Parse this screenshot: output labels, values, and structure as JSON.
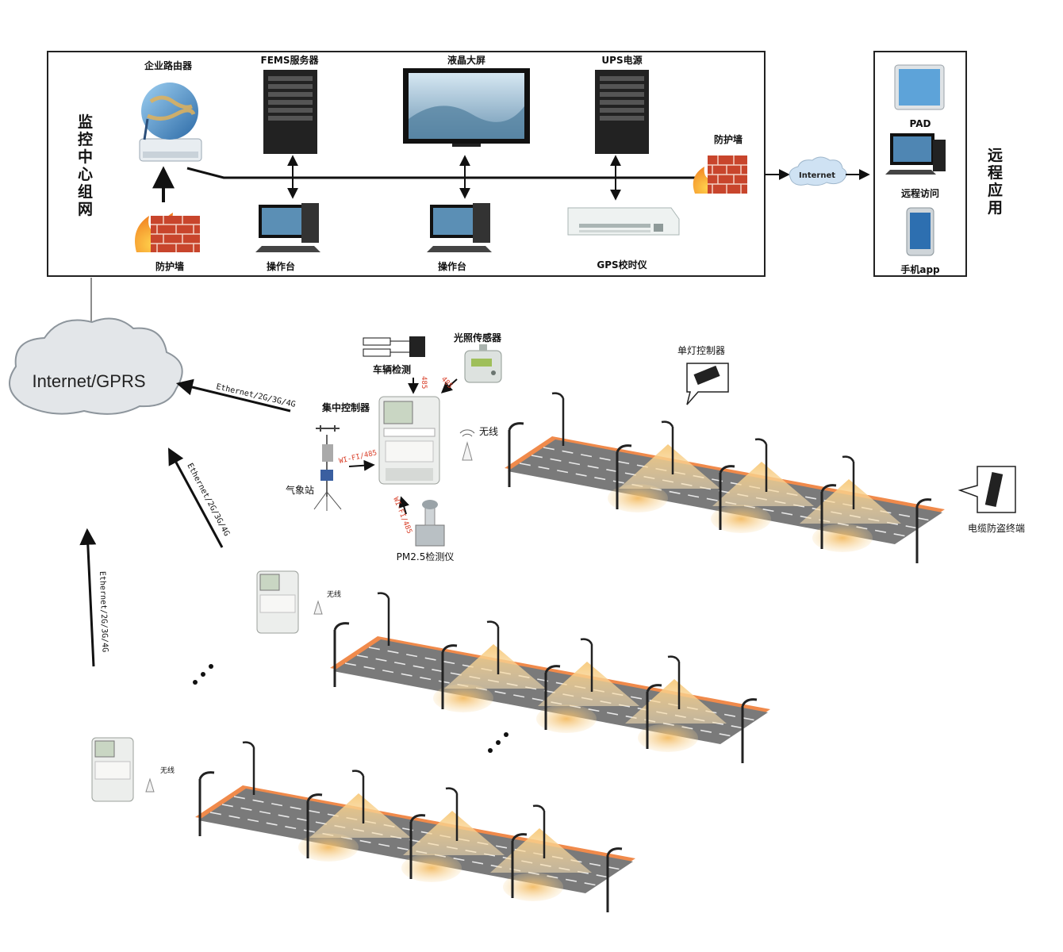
{
  "monitor_center": {
    "title": "监控中心组网",
    "router_label": "企业路由器",
    "fems_label": "FEMS服务器",
    "lcd_label": "液晶大屏",
    "ups_label": "UPS电源",
    "firewall_left_label": "防护墙",
    "firewall_right_label": "防护墙",
    "console_label_1": "操作台",
    "console_label_2": "操作台",
    "gps_label": "GPS校时仪"
  },
  "internet_label": "Internet",
  "remote": {
    "title": "远程应用",
    "pad_label": "PAD",
    "pc_label": "远程访问",
    "phone_label": "手机app"
  },
  "cloud_label": "Internet/GPRS",
  "links": {
    "ethernet_1": "Ethernet/2G/3G/4G",
    "ethernet_2": "Ethernet/2G/3G/4G",
    "ethernet_3": "Ethernet/2G/3G/4G",
    "wifi_485_1": "WI-FI/485",
    "wifi_485_2": "WI-FI/485",
    "port_485_1": "485",
    "port_485_2": "485"
  },
  "field": {
    "vehicle_label": "车辆检测",
    "light_sensor_label": "光照传感器",
    "concentrator_label": "集中控制器",
    "weather_label": "气象站",
    "pm25_label": "PM2.5检测仪",
    "wireless_label": "无线",
    "wireless_label_2": "无线",
    "wireless_label_3": "无线",
    "single_lamp_label": "单灯控制器",
    "cable_label": "电缆防盗终端"
  },
  "colors": {
    "road": "#7a7a7a",
    "road_edge": "#f08a4b",
    "light_cone": "#f7c97a",
    "firewall": "#c8452c",
    "arrow": "#111111",
    "accent_red": "#d9412b"
  }
}
